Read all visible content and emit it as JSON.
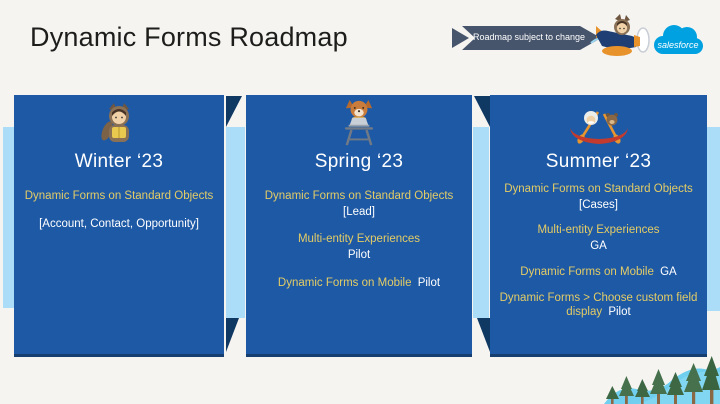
{
  "slide": {
    "title": "Dynamic Forms Roadmap",
    "banner_label": "Roadmap subject to change",
    "logo_label": "salesforce"
  },
  "colors": {
    "card_blue": "#1E59A5",
    "ribbon_light_blue": "#ABDDF9",
    "fold_navy": "#0F3863",
    "accent_yellow": "#E3CC66",
    "banner_slate": "#47556C",
    "salesforce_blue": "#00A1E0",
    "tree_green": "#47714C",
    "hill_blue": "#70CFEE"
  },
  "icons": {
    "banner": "pennant-ribbon-icon",
    "plane": "astro-flying-plane-icon",
    "logo": "salesforce-cloud-logo-icon",
    "trees": "evergreen-trees-hill-icon"
  },
  "columns": [
    {
      "season": "Winter ‘23",
      "mascot_icon": "astro-raccoon-reading-mascot-icon",
      "items": [
        {
          "label": "Dynamic Forms on Standard Objects",
          "detail": "[Account, Contact, Opportunity]",
          "layout": "spread"
        }
      ]
    },
    {
      "season": "Spring ‘23",
      "mascot_icon": "fox-standing-desk-laptop-mascot-icon",
      "items": [
        {
          "label": "Dynamic Forms on Standard Objects",
          "detail": "[Lead]",
          "layout": "stacked"
        },
        {
          "label": "Multi-entity Experiences",
          "detail": "Pilot",
          "layout": "stacked"
        },
        {
          "label": "Dynamic Forms on Mobile",
          "detail": "Pilot",
          "layout": "inline"
        }
      ]
    },
    {
      "season": "Summer ‘23",
      "mascot_icon": "einstein-codey-canoe-mascot-icon",
      "items": [
        {
          "label": "Dynamic Forms on Standard Objects",
          "detail": "[Cases]",
          "layout": "stacked"
        },
        {
          "label": "Multi-entity Experiences",
          "detail": "GA",
          "layout": "stacked"
        },
        {
          "label": "Dynamic Forms on Mobile",
          "detail": "GA",
          "layout": "inline"
        },
        {
          "label": "Dynamic Forms > Choose custom field display",
          "detail": "Pilot",
          "layout": "inline"
        }
      ]
    }
  ]
}
